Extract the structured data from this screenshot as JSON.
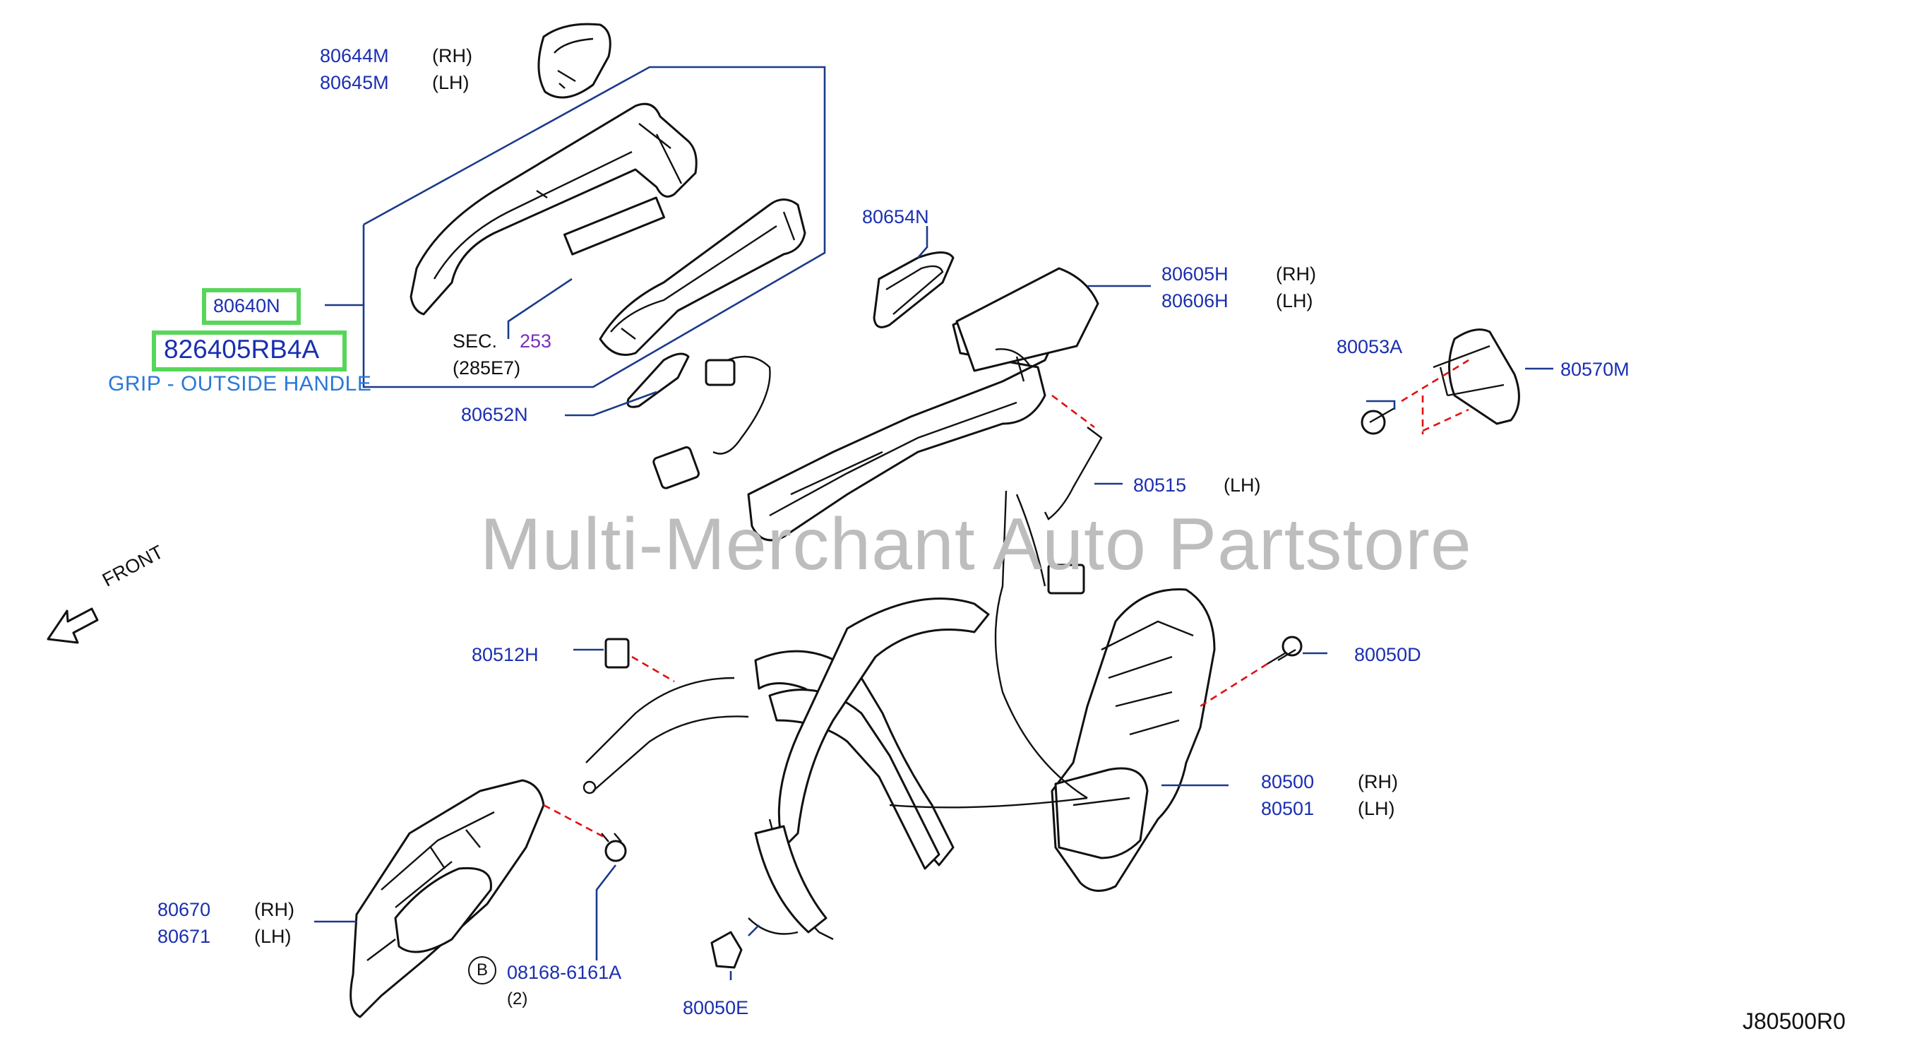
{
  "watermark": "Multi-Merchant Auto Partstore",
  "diagram_ref": "J80500R0",
  "front_label": "FRONT",
  "highlight": {
    "part_label": "80640N",
    "part_number": "826405RB4A",
    "description": "GRIP - OUTSIDE HANDLE"
  },
  "sec_ref": {
    "prefix": "SEC.",
    "number": "253",
    "sub": "(285E7)"
  },
  "bolt": {
    "circle": "B",
    "number": "08168-6161A",
    "qty": "(2)"
  },
  "labels": {
    "p80644m": "80644M",
    "p80644m_side": "(RH)",
    "p80645m": "80645M",
    "p80645m_side": "(LH)",
    "p80654n": "80654N",
    "p80605h": "80605H",
    "p80605h_side": "(RH)",
    "p80606h": "80606H",
    "p80606h_side": "(LH)",
    "p80053a": "80053A",
    "p80570m": "80570M",
    "p80652n": "80652N",
    "p80515": "80515",
    "p80515_side": "(LH)",
    "p80512h": "80512H",
    "p80050d": "80050D",
    "p80500": "80500",
    "p80500_side": "(RH)",
    "p80501": "80501",
    "p80501_side": "(LH)",
    "p80670": "80670",
    "p80670_side": "(RH)",
    "p80671": "80671",
    "p80671_side": "(LH)",
    "p80050e": "80050E"
  }
}
